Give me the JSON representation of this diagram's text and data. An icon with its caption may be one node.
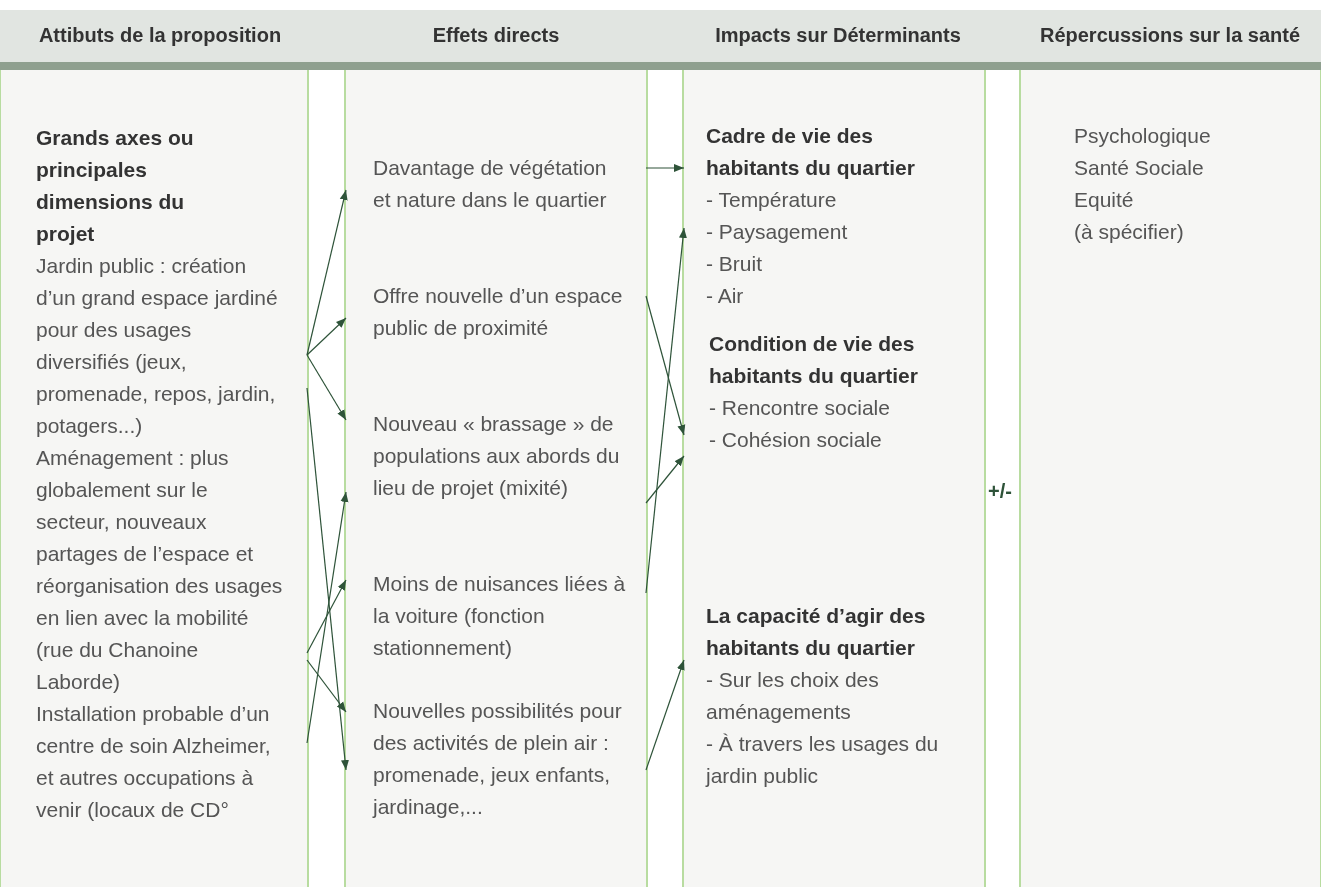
{
  "diagram": {
    "nodes": [
      {
        "text": [
          "Grands axes ou principales dimensions du projet"
        ]
      },
      {
        "text": [
          "Jardin public : création d’un grand espace jardiné pour des usages diversifiés (jeux, promenade, repos, jardin, potagers...)"
        ],
        "in": 0
      },
      {
        "text": [
          "Aménagement : plus globalement sur le secteur, nouveaux partages de l’espace et réorganisation des usages en lien avec la mobilité (rue du Chanoine Laborde)"
        ],
        "in": 0
      },
      {
        "text": [
          "Installation probable d’un centre de soin Alzheimer, et autres occupations à venir (locaux de CD°"
        ],
        "in": 0
      },
      {
        "text": [],
        "shape": "box"
      },
      {
        "text": [
          "Davantage de végétation et nature dans le quartier"
        ],
        "in": 4
      },
      {
        "text": [
          "Offre nouvelle d’un espace public de proximité"
        ],
        "in": 4
      },
      {
        "text": [
          "Nouveau « brassage » de populations aux abords du lieu de projet (mixité)"
        ],
        "in": 4
      },
      {
        "text": [
          "Moins de nuisances liées à la voiture (fonction stationnement)"
        ],
        "in": 4
      },
      {
        "text": [
          "Nouvelles possibilités pour des activités de plein air : promenade, jeux enfants, jardinage,..."
        ],
        "in": 4
      },
      {
        "text": [],
        "shape": "box"
      },
      {
        "text": [
          "Cadre de vie des habitants du quartier",
          "- Température",
          "- Paysagement",
          "- Bruit",
          "- Air"
        ],
        "in": 10
      },
      {
        "text": [
          "Condition de vie des habitants du quartier",
          "- Rencontre sociale",
          "- Cohésion sociale"
        ],
        "in": 10
      },
      {
        "text": [
          "La capacité d’agir des habitants du quartier",
          "- Sur les choix des aménagements",
          "- À travers les usages du jardin public"
        ],
        "in": 10
      },
      {
        "text": [],
        "shape": "box"
      },
      {
        "text": [
          "Psychologique",
          "Santé Sociale",
          "Equité",
          "(à spécifier)"
        ],
        "in": 14
      }
    ],
    "edges": [
      {
        "from": 1,
        "to": 5,
        "arrow": "to"
      },
      {
        "from": 1,
        "to": 6,
        "arrow": "to"
      },
      {
        "from": 1,
        "to": 7,
        "arrow": "to"
      },
      {
        "from": 1,
        "to": 9,
        "arrow": "to"
      },
      {
        "from": 2,
        "to": 8,
        "arrow": "to"
      },
      {
        "from": 2,
        "to": 9,
        "arrow": "to"
      },
      {
        "from": 3,
        "to": 7,
        "arrow": "to"
      },
      {
        "from": 5,
        "to": 11,
        "arrow": "to"
      },
      {
        "from": 6,
        "to": 12,
        "arrow": "to"
      },
      {
        "from": 7,
        "to": 12,
        "arrow": "to"
      },
      {
        "from": 8,
        "to": 11,
        "arrow": "to"
      },
      {
        "from": 9,
        "to": 13,
        "arrow": "to"
      }
    ],
    "labels": [
      "Attibuts de la proposition",
      "Effets directs",
      "Impacts sur Déterminants",
      "Répercussions sur la santé",
      "+/-"
    ]
  }
}
